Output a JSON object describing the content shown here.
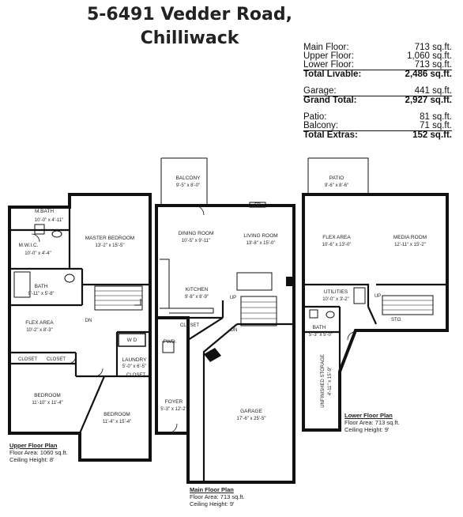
{
  "title_line1": "5-6491 Vedder Road,",
  "title_line2": "Chilliwack",
  "stats": {
    "main_floor": {
      "label": "Main Floor:",
      "value": "713 sq.ft."
    },
    "upper_floor": {
      "label": "Upper Floor:",
      "value": "1,060 sq.ft."
    },
    "lower_floor": {
      "label": "Lower Floor:",
      "value": "713 sq.ft."
    },
    "total_livable": {
      "label": "Total Livable:",
      "value": "2,486 sq.ft."
    },
    "garage": {
      "label": "Garage:",
      "value": "441 sq.ft."
    },
    "grand_total": {
      "label": "Grand Total:",
      "value": "2,927 sq.ft."
    },
    "patio": {
      "label": "Patio:",
      "value": "81 sq.ft."
    },
    "balcony": {
      "label": "Balcony:",
      "value": "71 sq.ft."
    },
    "total_extras": {
      "label": "Total Extras:",
      "value": "152 sq.ft."
    }
  },
  "rooms": {
    "mbath": {
      "name": "M.BATH",
      "dim": "10'-0\" x 4'-11\""
    },
    "mwic": {
      "name": "M.W.I.C.",
      "dim": "10'-0\" x 4'-4\""
    },
    "master": {
      "name": "MASTER BEDROOM",
      "dim": "13'-2\" x 15'-5\""
    },
    "bath_up": {
      "name": "BATH",
      "dim": "9'-11\" x 5'-8\""
    },
    "flex_up": {
      "name": "FLEX AREA",
      "dim": "10'-2\" x 8'-3\""
    },
    "closet1": {
      "name": "CLOSET"
    },
    "closet2": {
      "name": "CLOSET"
    },
    "laundry": {
      "name": "LAUNDRY",
      "dim": "5'-0\" x 6'-5\""
    },
    "closet3": {
      "name": "CLOSET"
    },
    "wd": {
      "name": "W  D"
    },
    "bed1": {
      "name": "BEDROOM",
      "dim": "11'-10\" x 11'-4\""
    },
    "bed2": {
      "name": "BEDROOM",
      "dim": "11'-4\" x 15'-4\""
    },
    "balcony": {
      "name": "BALCONY",
      "dim": "9'-5\" x 8'-0\""
    },
    "dining": {
      "name": "DINING ROOM",
      "dim": "10'-5\" x 9'-11\""
    },
    "living": {
      "name": "LIVING ROOM",
      "dim": "13'-8\" x 15'-0\""
    },
    "fp": {
      "name": "FP"
    },
    "kitchen": {
      "name": "KITCHEN",
      "dim": "9'-8\" x 8'-9\""
    },
    "closet4": {
      "name": "CLOSET"
    },
    "pwd": {
      "name": "PWD."
    },
    "foyer": {
      "name": "FOYER",
      "dim": "5'-3\" x 12'-2\""
    },
    "garage": {
      "name": "GARAGE",
      "dim": "17'-6\" x 25'-5\""
    },
    "patio": {
      "name": "PATIO",
      "dim": "9'-6\" x 8'-6\""
    },
    "flex_low": {
      "name": "FLEX AREA",
      "dim": "10'-6\" x 13'-0\""
    },
    "media": {
      "name": "MEDIA ROOM",
      "dim": "12'-11\" x 15'-2\""
    },
    "utilities": {
      "name": "UTILITIES",
      "dim": "10'-0\" x 3'-2\""
    },
    "bath_low": {
      "name": "BATH",
      "dim": "5'-3\" x 5'-0\""
    },
    "sto": {
      "name": "STO."
    },
    "storage": {
      "name": "UNFINISHED STORAGE",
      "dim": "4'-11\" x 15'-9\""
    }
  },
  "markers": {
    "dn": "DN",
    "up": "UP"
  },
  "plans": {
    "upper": {
      "title": "Upper Floor Plan",
      "area": "Floor Area: 1060 sq.ft.",
      "ceiling": "Ceiling Height: 8'"
    },
    "main": {
      "title": "Main Floor Plan",
      "area": "Floor Area: 713 sq.ft.",
      "ceiling": "Ceiling Height: 9'"
    },
    "lower": {
      "title": "Lower Floor Plan",
      "area": "Floor Area: 713 sq.ft.",
      "ceiling": "Ceiling Height: 9'"
    }
  }
}
